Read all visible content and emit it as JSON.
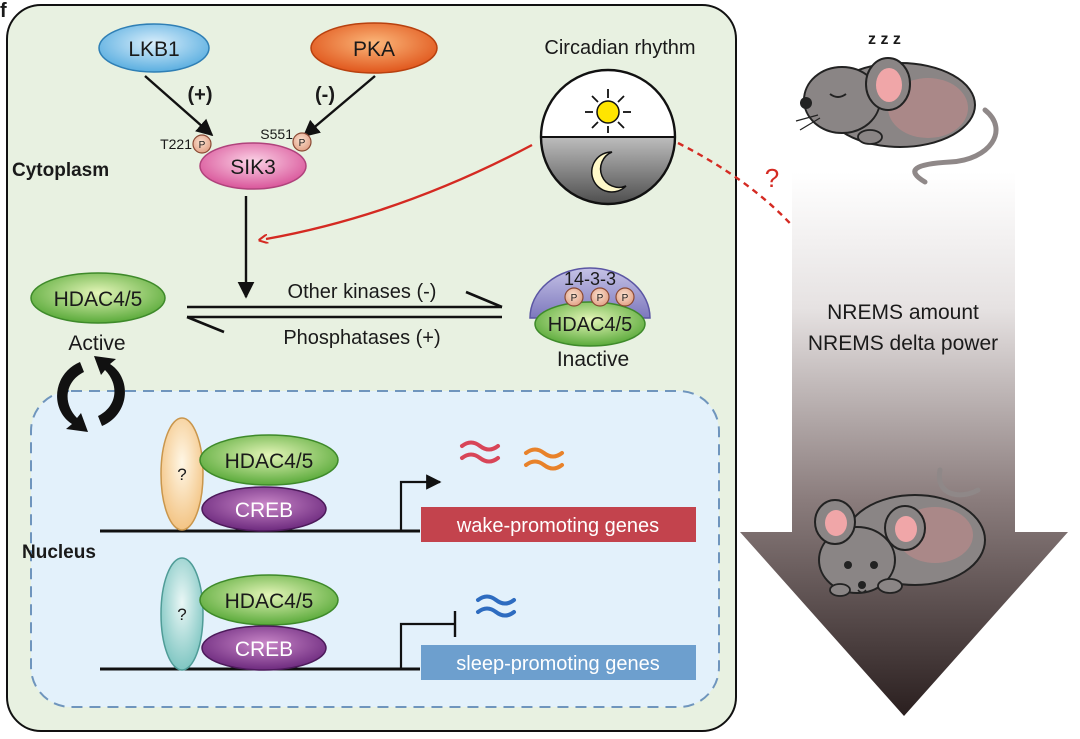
{
  "panel_letter": "f",
  "regions": {
    "cytoplasm": "Cytoplasm",
    "nucleus": "Nucleus"
  },
  "kinases": {
    "lkb1": "LKB1",
    "lkb1_effect": "(+)",
    "pka": "PKA",
    "pka_effect": "(-)",
    "sik3": "SIK3",
    "site_t221": "T221",
    "site_s551": "S551",
    "phospho": "P"
  },
  "circadian": {
    "label": "Circadian rhythm"
  },
  "equilibrium": {
    "active_name": "HDAC4/5",
    "active_state": "Active",
    "forward": "Other kinases (-)",
    "reverse": "Phosphatases (+)",
    "inactive_name": "HDAC4/5",
    "inactive_state": "Inactive",
    "chaperone": "14-3-3"
  },
  "nucleus_rows": [
    {
      "unknown": "?",
      "hdac": "HDAC4/5",
      "creb": "CREB",
      "genes": "wake-promoting genes"
    },
    {
      "unknown": "?",
      "hdac": "HDAC4/5",
      "creb": "CREB",
      "genes": "sleep-promoting genes"
    }
  ],
  "outcome": {
    "question": "?",
    "line1": "NREMS amount",
    "line2": "NREMS delta power",
    "sleep_marks": "z z z"
  },
  "colors": {
    "panel_bg": "#e8f1e1",
    "nucleus_bg": "#e3f1fb",
    "red_arrow": "#d42a22",
    "wake_bar": "#c3434d",
    "sleep_bar": "#6d9fce"
  }
}
